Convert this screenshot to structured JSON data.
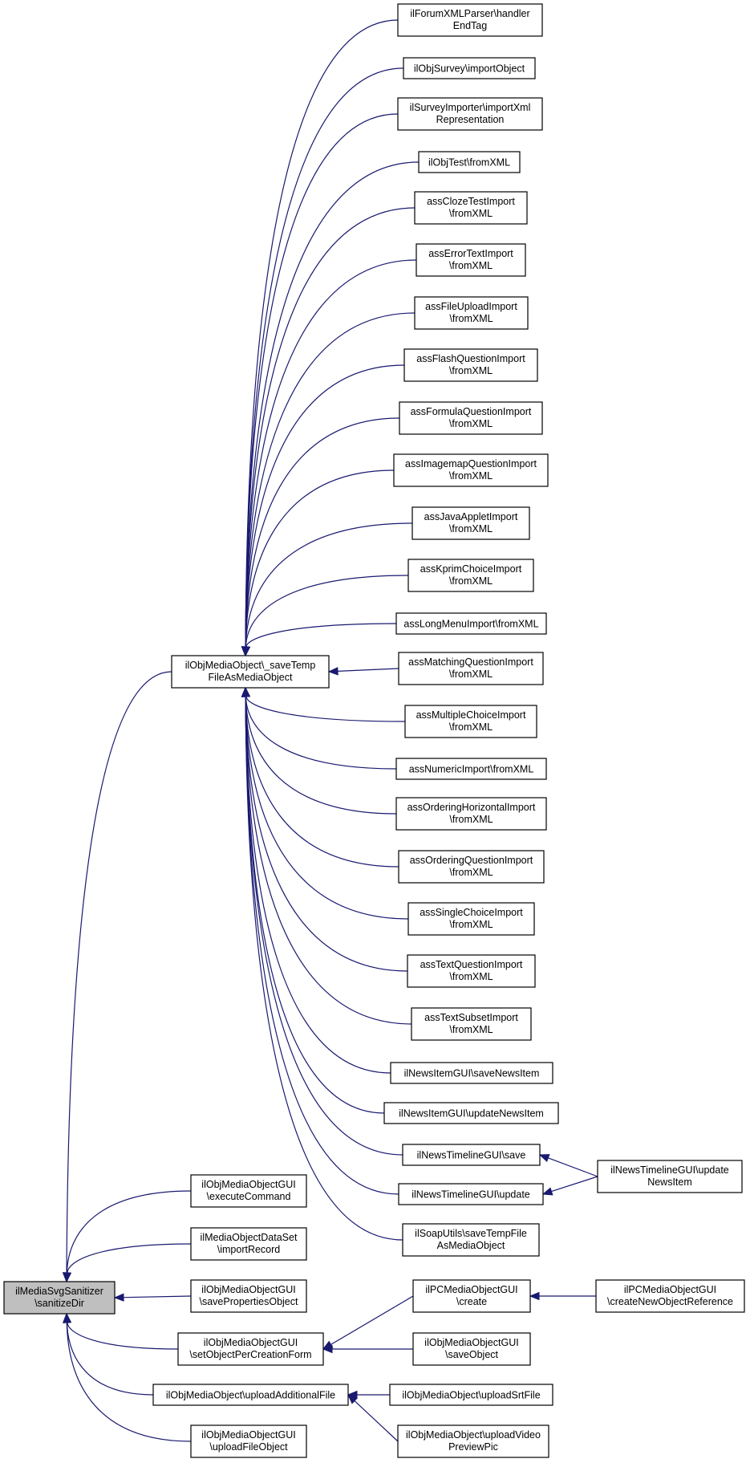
{
  "title": "ilMediaSvgSanitizer\\sanitizeDir",
  "colors": {
    "edge": "#191970",
    "node_border": "#000000",
    "root_fill": "#bfbfbf",
    "node_fill": "#ffffff"
  },
  "nodes": [
    {
      "id": "root",
      "lines": [
        "ilMediaSvgSanitizer",
        "\\sanitizeDir"
      ]
    },
    {
      "id": "saveTemp",
      "lines": [
        "ilObjMediaObject\\_saveTemp",
        "FileAsMediaObject"
      ]
    },
    {
      "id": "forum",
      "lines": [
        "ilForumXMLParser\\handler",
        "EndTag"
      ]
    },
    {
      "id": "survey",
      "lines": [
        "ilObjSurvey\\importObject"
      ]
    },
    {
      "id": "surveyImp",
      "lines": [
        "ilSurveyImporter\\importXml",
        "Representation"
      ]
    },
    {
      "id": "objTest",
      "lines": [
        "ilObjTest\\fromXML"
      ]
    },
    {
      "id": "cloze",
      "lines": [
        "assClozeTestImport",
        "\\fromXML"
      ]
    },
    {
      "id": "errorText",
      "lines": [
        "assErrorTextImport",
        "\\fromXML"
      ]
    },
    {
      "id": "fileUpload",
      "lines": [
        "assFileUploadImport",
        "\\fromXML"
      ]
    },
    {
      "id": "flash",
      "lines": [
        "assFlashQuestionImport",
        "\\fromXML"
      ]
    },
    {
      "id": "formula",
      "lines": [
        "assFormulaQuestionImport",
        "\\fromXML"
      ]
    },
    {
      "id": "imagemap",
      "lines": [
        "assImagemapQuestionImport",
        "\\fromXML"
      ]
    },
    {
      "id": "java",
      "lines": [
        "assJavaAppletImport",
        "\\fromXML"
      ]
    },
    {
      "id": "kprim",
      "lines": [
        "assKprimChoiceImport",
        "\\fromXML"
      ]
    },
    {
      "id": "longMenu",
      "lines": [
        "assLongMenuImport\\fromXML"
      ]
    },
    {
      "id": "matching",
      "lines": [
        "assMatchingQuestionImport",
        "\\fromXML"
      ]
    },
    {
      "id": "multiple",
      "lines": [
        "assMultipleChoiceImport",
        "\\fromXML"
      ]
    },
    {
      "id": "numeric",
      "lines": [
        "assNumericImport\\fromXML"
      ]
    },
    {
      "id": "orderingH",
      "lines": [
        "assOrderingHorizontalImport",
        "\\fromXML"
      ]
    },
    {
      "id": "orderingQ",
      "lines": [
        "assOrderingQuestionImport",
        "\\fromXML"
      ]
    },
    {
      "id": "single",
      "lines": [
        "assSingleChoiceImport",
        "\\fromXML"
      ]
    },
    {
      "id": "textQ",
      "lines": [
        "assTextQuestionImport",
        "\\fromXML"
      ]
    },
    {
      "id": "textSubset",
      "lines": [
        "assTextSubsetImport",
        "\\fromXML"
      ]
    },
    {
      "id": "newsSave",
      "lines": [
        "ilNewsItemGUI\\saveNewsItem"
      ]
    },
    {
      "id": "newsUpdate",
      "lines": [
        "ilNewsItemGUI\\updateNewsItem"
      ]
    },
    {
      "id": "timelineSave",
      "lines": [
        "ilNewsTimelineGUI\\save"
      ]
    },
    {
      "id": "timelineUpdate",
      "lines": [
        "ilNewsTimelineGUI\\update"
      ]
    },
    {
      "id": "timelineUpdateNews",
      "lines": [
        "ilNewsTimelineGUI\\update",
        "NewsItem"
      ]
    },
    {
      "id": "soap",
      "lines": [
        "ilSoapUtils\\saveTempFile",
        "AsMediaObject"
      ]
    },
    {
      "id": "execCmd",
      "lines": [
        "ilObjMediaObjectGUI",
        "\\executeCommand"
      ]
    },
    {
      "id": "dataSet",
      "lines": [
        "ilMediaObjectDataSet",
        "\\importRecord"
      ]
    },
    {
      "id": "saveProps",
      "lines": [
        "ilObjMediaObjectGUI",
        "\\savePropertiesObject"
      ]
    },
    {
      "id": "setObj",
      "lines": [
        "ilObjMediaObjectGUI",
        "\\setObjectPerCreationForm"
      ]
    },
    {
      "id": "pcCreate",
      "lines": [
        "ilPCMediaObjectGUI",
        "\\create"
      ]
    },
    {
      "id": "pcCreateRef",
      "lines": [
        "ilPCMediaObjectGUI",
        "\\createNewObjectReference"
      ]
    },
    {
      "id": "saveObject",
      "lines": [
        "ilObjMediaObjectGUI",
        "\\saveObject"
      ]
    },
    {
      "id": "uploadAdd",
      "lines": [
        "ilObjMediaObject\\uploadAdditionalFile"
      ]
    },
    {
      "id": "uploadSrt",
      "lines": [
        "ilObjMediaObject\\uploadSrtFile"
      ]
    },
    {
      "id": "uploadVideo",
      "lines": [
        "ilObjMediaObject\\uploadVideo",
        "PreviewPic"
      ]
    },
    {
      "id": "uploadFile",
      "lines": [
        "ilObjMediaObjectGUI",
        "\\uploadFileObject"
      ]
    }
  ],
  "edges": [
    [
      "forum",
      "saveTemp"
    ],
    [
      "survey",
      "saveTemp"
    ],
    [
      "surveyImp",
      "saveTemp"
    ],
    [
      "objTest",
      "saveTemp"
    ],
    [
      "cloze",
      "saveTemp"
    ],
    [
      "errorText",
      "saveTemp"
    ],
    [
      "fileUpload",
      "saveTemp"
    ],
    [
      "flash",
      "saveTemp"
    ],
    [
      "formula",
      "saveTemp"
    ],
    [
      "imagemap",
      "saveTemp"
    ],
    [
      "java",
      "saveTemp"
    ],
    [
      "kprim",
      "saveTemp"
    ],
    [
      "longMenu",
      "saveTemp"
    ],
    [
      "matching",
      "saveTemp"
    ],
    [
      "multiple",
      "saveTemp"
    ],
    [
      "numeric",
      "saveTemp"
    ],
    [
      "orderingH",
      "saveTemp"
    ],
    [
      "orderingQ",
      "saveTemp"
    ],
    [
      "single",
      "saveTemp"
    ],
    [
      "textQ",
      "saveTemp"
    ],
    [
      "textSubset",
      "saveTemp"
    ],
    [
      "newsSave",
      "saveTemp"
    ],
    [
      "newsUpdate",
      "saveTemp"
    ],
    [
      "timelineSave",
      "saveTemp"
    ],
    [
      "timelineUpdate",
      "saveTemp"
    ],
    [
      "soap",
      "saveTemp"
    ],
    [
      "timelineUpdateNews",
      "timelineSave"
    ],
    [
      "timelineUpdateNews",
      "timelineUpdate"
    ],
    [
      "saveTemp",
      "root"
    ],
    [
      "execCmd",
      "root"
    ],
    [
      "dataSet",
      "root"
    ],
    [
      "saveProps",
      "root"
    ],
    [
      "setObj",
      "root"
    ],
    [
      "uploadAdd",
      "root"
    ],
    [
      "uploadFile",
      "root"
    ],
    [
      "pcCreate",
      "setObj"
    ],
    [
      "saveObject",
      "setObj"
    ],
    [
      "pcCreateRef",
      "pcCreate"
    ],
    [
      "uploadSrt",
      "uploadAdd"
    ],
    [
      "uploadVideo",
      "uploadAdd"
    ]
  ]
}
